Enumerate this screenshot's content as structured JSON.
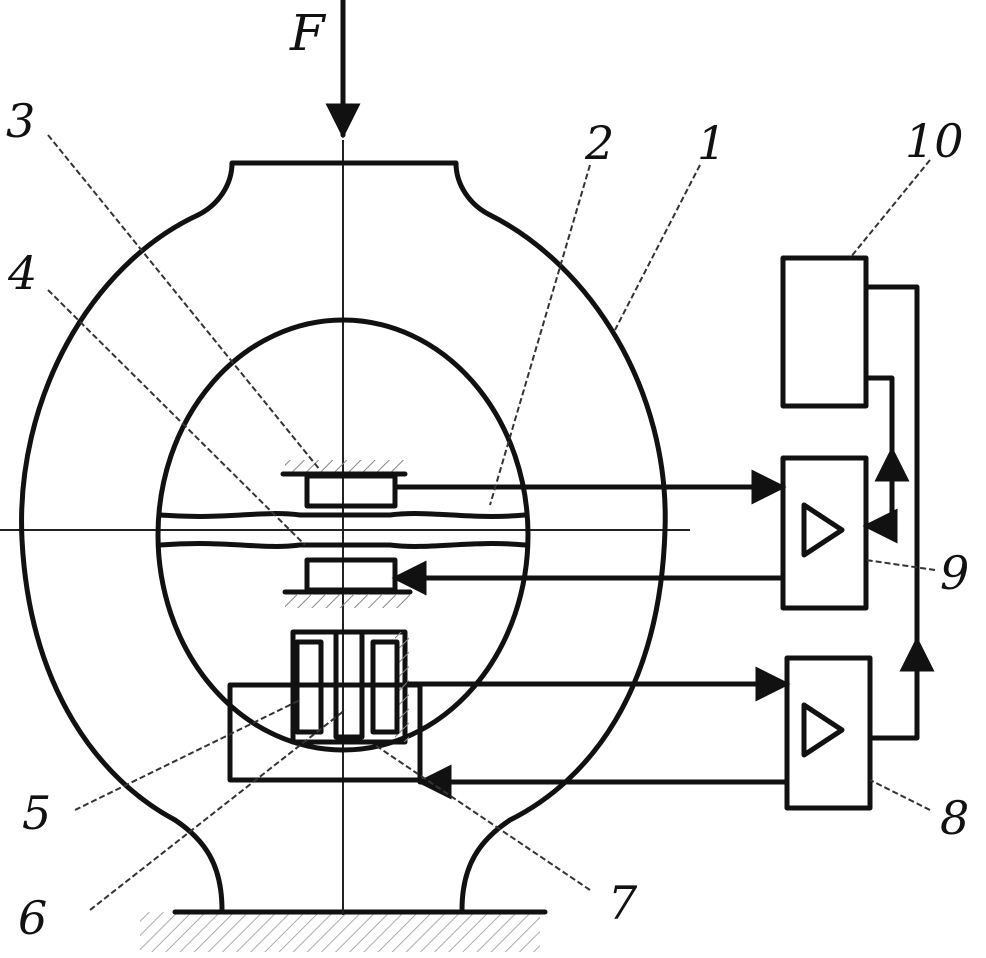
{
  "labels": {
    "force": "F",
    "l1": "1",
    "l2": "2",
    "l3": "3",
    "l4": "4",
    "l5": "5",
    "l6": "6",
    "l7": "7",
    "l8": "8",
    "l9": "9",
    "l10": "10"
  },
  "colors": {
    "ink": "#111111",
    "paper": "#ffffff",
    "hatch": "#888888"
  }
}
